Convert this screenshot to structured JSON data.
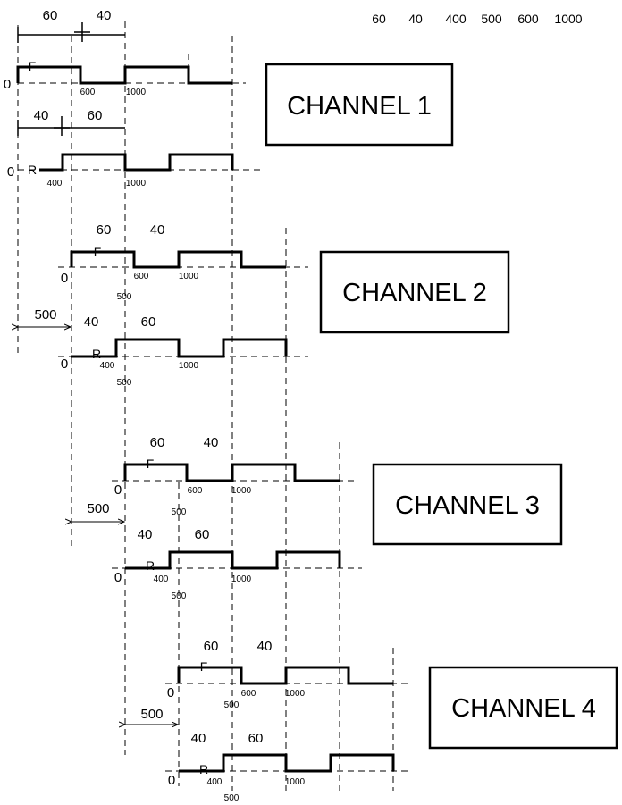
{
  "top_ticks": {
    "t1": "60",
    "t2": "40",
    "t3": "400",
    "t4": "500",
    "t5": "600",
    "t6": "1000"
  },
  "ch1": {
    "title": "CHANNEL 1",
    "f": {
      "w1": "60",
      "w2": "40",
      "zero": "0",
      "label": "F",
      "m1": "600",
      "m2": "1000"
    },
    "r": {
      "w1": "40",
      "w2": "60",
      "zero": "0",
      "label": "R",
      "m1": "400",
      "m2": "1000"
    }
  },
  "ch2": {
    "title": "CHANNEL 2",
    "offset": "500",
    "f": {
      "w1": "60",
      "w2": "40",
      "zero": "0",
      "label": "F",
      "m1": "600",
      "m2": "1000",
      "m3": "500"
    },
    "r": {
      "w1": "40",
      "w2": "60",
      "zero": "0",
      "label": "R",
      "m1": "400",
      "m2": "1000",
      "m3": "500"
    }
  },
  "ch3": {
    "title": "CHANNEL 3",
    "offset": "500",
    "f": {
      "w1": "60",
      "w2": "40",
      "zero": "0",
      "label": "F",
      "m1": "600",
      "m2": "1000",
      "m3": "500"
    },
    "r": {
      "w1": "40",
      "w2": "60",
      "zero": "0",
      "label": "R",
      "m1": "400",
      "m2": "1000",
      "m3": "500"
    }
  },
  "ch4": {
    "title": "CHANNEL 4",
    "offset": "500",
    "f": {
      "w1": "60",
      "w2": "40",
      "zero": "0",
      "label": "F",
      "m1": "600",
      "m2": "1000",
      "m3": "500"
    },
    "r": {
      "w1": "40",
      "w2": "60",
      "zero": "0",
      "label": "R",
      "m1": "400",
      "m2": "1000",
      "m3": "500"
    }
  }
}
